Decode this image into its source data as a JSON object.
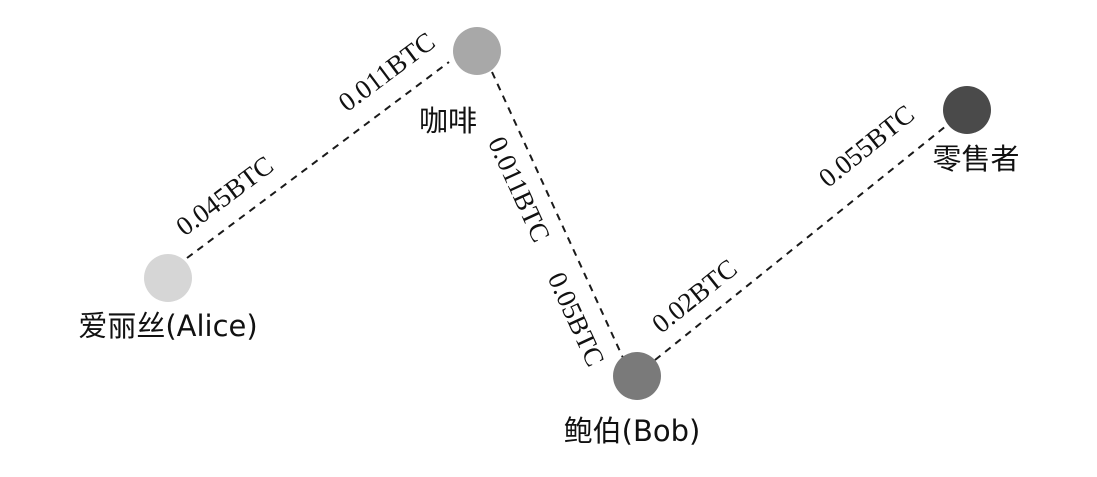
{
  "nodes": {
    "alice": {
      "label": "爱丽丝(Alice)",
      "color": "#d6d6d6"
    },
    "coffee": {
      "label": "咖啡",
      "color": "#a8a8a8"
    },
    "bob": {
      "label": "鲍伯(Bob)",
      "color": "#7a7a7a"
    },
    "retailer": {
      "label": "零售者",
      "color": "#4a4a4a"
    }
  },
  "edges": {
    "alice_coffee": {
      "label_near_alice": "0.045BTC",
      "label_near_coffee": "0.011BTC"
    },
    "coffee_bob": {
      "label_near_coffee": "0.011BTC",
      "label_near_bob": "0.05BTC"
    },
    "bob_retailer": {
      "label_near_bob": "0.02BTC",
      "label_near_retailer": "0.055BTC"
    }
  }
}
